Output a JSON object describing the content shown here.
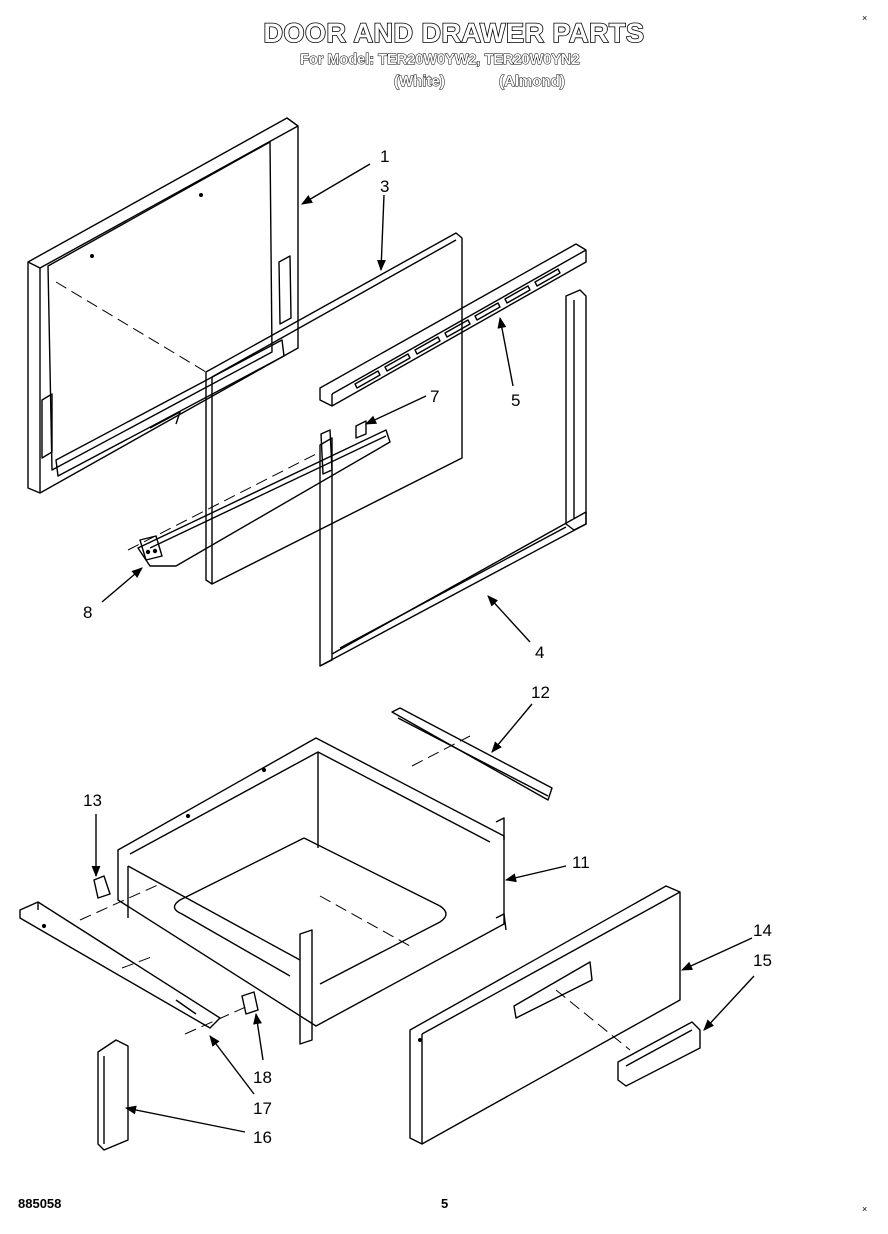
{
  "title": "DOOR AND DRAWER PARTS",
  "model_line": "For Model: TER20W0YW2, TER20W0YN2",
  "variants": [
    "(White)",
    "(Almond)"
  ],
  "callouts": [
    {
      "id": "c1",
      "label": "1"
    },
    {
      "id": "c3",
      "label": "3"
    },
    {
      "id": "c5",
      "label": "5"
    },
    {
      "id": "c7",
      "label": "7"
    },
    {
      "id": "c8",
      "label": "8"
    },
    {
      "id": "c4",
      "label": "4"
    },
    {
      "id": "c12",
      "label": "12"
    },
    {
      "id": "c13",
      "label": "13"
    },
    {
      "id": "c11",
      "label": "11"
    },
    {
      "id": "c14",
      "label": "14"
    },
    {
      "id": "c15",
      "label": "15"
    },
    {
      "id": "c18",
      "label": "18"
    },
    {
      "id": "c17",
      "label": "17"
    },
    {
      "id": "c16",
      "label": "16"
    }
  ],
  "footer": {
    "code": "885058",
    "page": "5"
  },
  "corner_marks": [
    "×",
    "×"
  ]
}
